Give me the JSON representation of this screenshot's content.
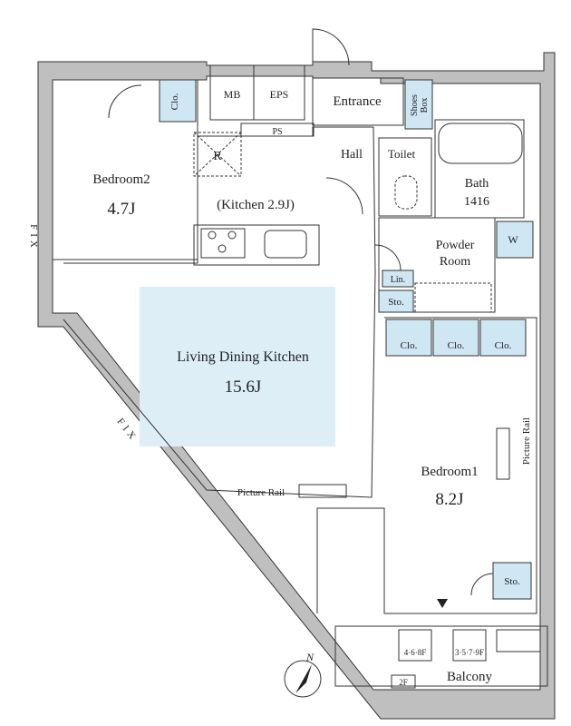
{
  "rooms": {
    "bedroom2": {
      "name": "Bedroom2",
      "size": "4.7J"
    },
    "kitchen": {
      "label": "(Kitchen 2.9J)",
      "fridge": "R"
    },
    "ldk": {
      "name": "Living Dining Kitchen",
      "size": "15.6J"
    },
    "bedroom1": {
      "name": "Bedroom1",
      "size": "8.2J"
    },
    "bath": {
      "name": "Bath",
      "size": "1416"
    },
    "powder": {
      "line1": "Powder",
      "line2": "Room"
    },
    "toilet": "Toilet",
    "hall": "Hall",
    "entrance": "Entrance",
    "balcony": "Balcony",
    "mb": "MB",
    "eps": "EPS",
    "ps": "PS",
    "shoes_box": {
      "line1": "Shoes",
      "line2": "Box"
    },
    "washer": "W"
  },
  "storage": {
    "clo": "Clo.",
    "sto": "Sto.",
    "lin": "Lin."
  },
  "labels": {
    "picture_rail": "Picture Rail",
    "fix_v": "FIX",
    "fix_diag": "FIX",
    "north": "N",
    "floors_a": "4·6·8F",
    "floors_b": "3·5·7·9F",
    "floor_2f": "2F"
  }
}
